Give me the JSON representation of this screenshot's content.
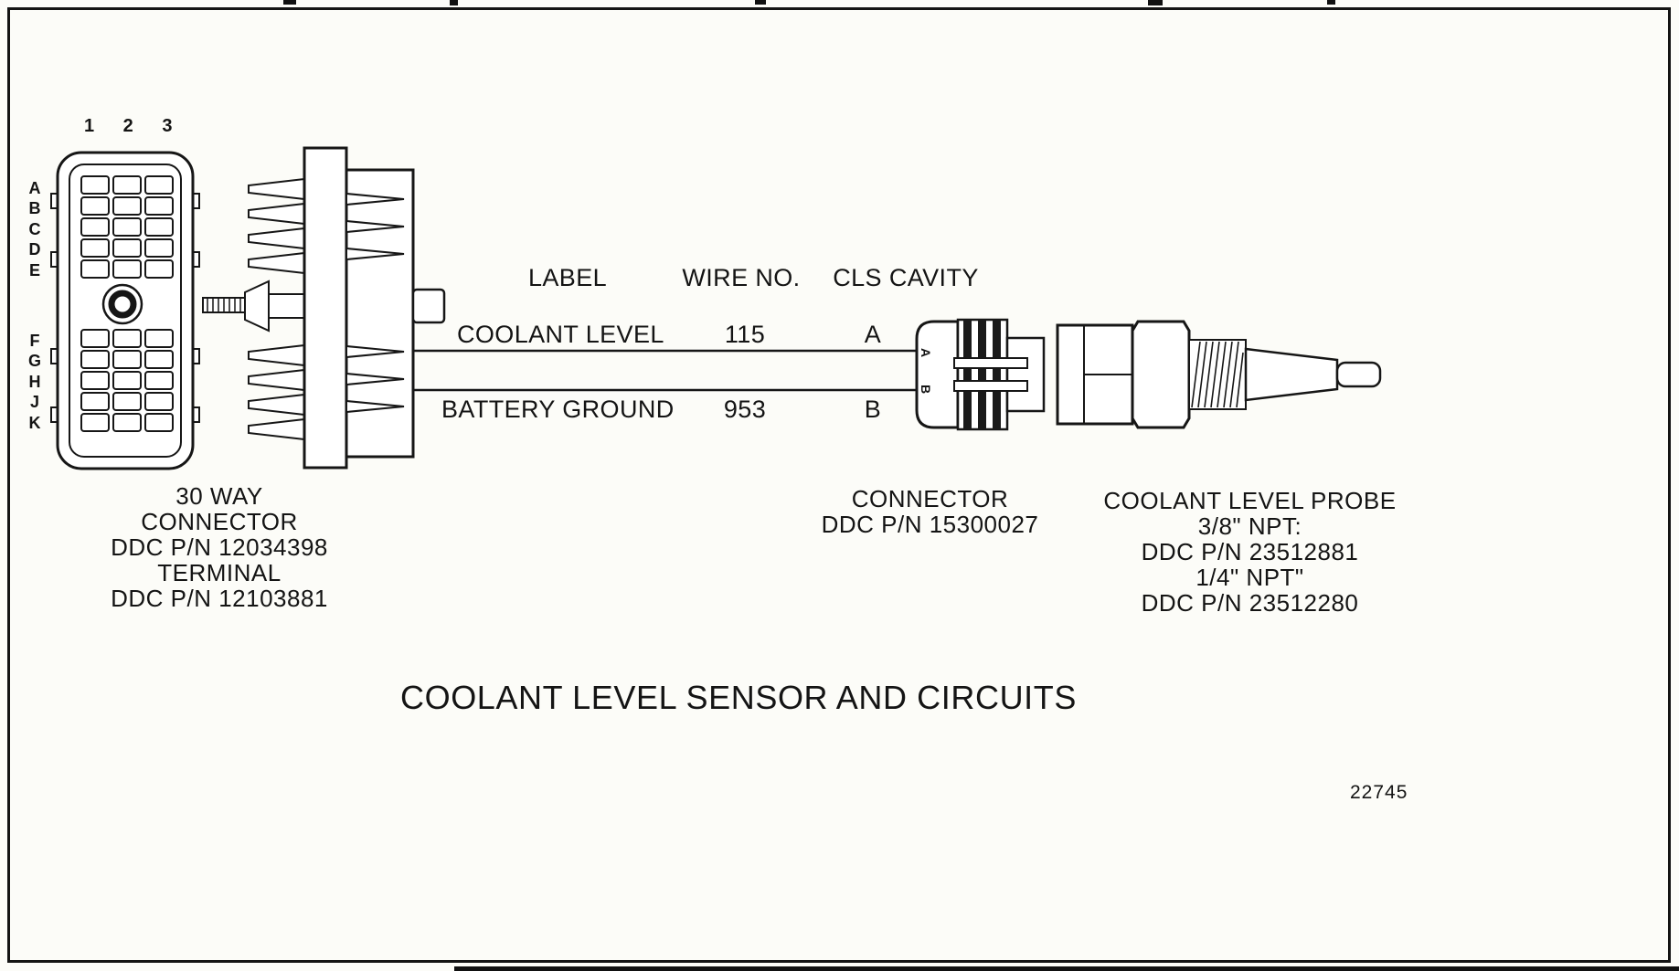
{
  "page": {
    "title": "COOLANT LEVEL SENSOR AND CIRCUITS",
    "figure_number": "22745"
  },
  "pin_labels": {
    "columns": "1 2 3",
    "rows_top": "A\nB\nC\nD\nE",
    "rows_bottom": "F\nG\nH\nJ\nK"
  },
  "table": {
    "headers": {
      "label": "LABEL",
      "wire_no": "WIRE NO.",
      "cls_cavity": "CLS CAVITY"
    },
    "rows": [
      {
        "label": "COOLANT LEVEL",
        "wire_no": "115",
        "cavity": "A"
      },
      {
        "label": "BATTERY GROUND",
        "wire_no": "953",
        "cavity": "B"
      }
    ]
  },
  "captions": {
    "thirty_way": "30 WAY\nCONNECTOR\nDDC P/N 12034398\nTERMINAL\nDDC P/N 12103881",
    "cls_connector": "CONNECTOR\nDDC P/N 15300027",
    "probe": "COOLANT LEVEL PROBE\n3/8\" NPT:\nDDC P/N 23512881\n1/4\" NPT\"\nDDC P/N 23512280"
  },
  "cls_connector": {
    "cavity_a": "A",
    "cavity_b": "B"
  }
}
